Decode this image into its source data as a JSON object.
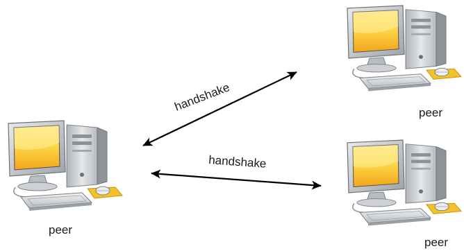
{
  "nodes": [
    {
      "id": "left",
      "label": "peer",
      "icon": "desktop-computer-icon"
    },
    {
      "id": "top-right",
      "label": "peer",
      "icon": "desktop-computer-icon"
    },
    {
      "id": "bottom-right",
      "label": "peer",
      "icon": "desktop-computer-icon"
    }
  ],
  "edges": [
    {
      "from": "left",
      "to": "top-right",
      "label": "handshake",
      "style": "double-arrow"
    },
    {
      "from": "left",
      "to": "bottom-right",
      "label": "handshake",
      "style": "double-arrow"
    }
  ],
  "colors": {
    "screen_top": "#ffd84a",
    "screen_bottom": "#f2a51a",
    "case": "#c9ccd0",
    "mouse_pad": "#f3c22a",
    "arrow": "#000000"
  }
}
